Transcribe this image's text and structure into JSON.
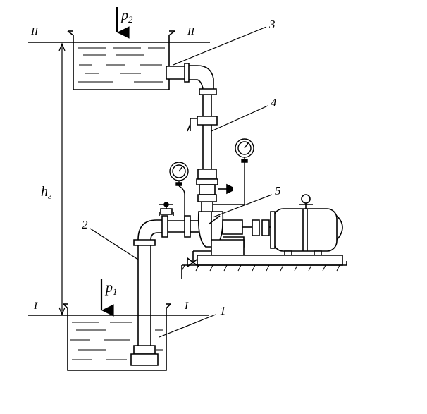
{
  "labels": {
    "level_top_left": "II",
    "level_top_right": "II",
    "level_bottom_left": "I",
    "level_bottom_right": "I",
    "pressure_top": "p",
    "pressure_top_sub": "2",
    "pressure_bottom": "p",
    "pressure_bottom_sub": "1",
    "height": "h",
    "height_sub": "г",
    "part_1": "1",
    "part_2": "2",
    "part_3": "3",
    "part_4": "4",
    "part_5": "5"
  }
}
